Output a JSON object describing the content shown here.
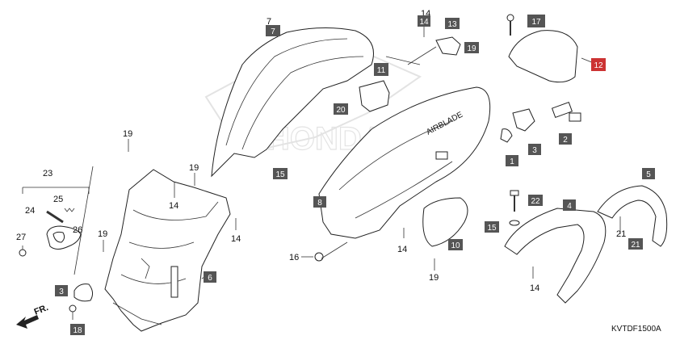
{
  "diagram": {
    "code": "KVTDF1500A",
    "direction": "FR.",
    "brand_watermark": "HONDA",
    "model_lettering": "AIRBLADE",
    "colors": {
      "box_fill": "#555555",
      "box_red": "#cc3333"
    }
  },
  "labels": {
    "l1": "1",
    "l2": "2",
    "l3": "3",
    "l3b": "3",
    "l4": "4",
    "l5": "5",
    "l6": "6",
    "l7": "7",
    "l8": "8",
    "l10": "10",
    "l11": "11",
    "l12": "12",
    "l13": "13",
    "l14a": "14",
    "l14b": "14",
    "l14c": "14",
    "l14d": "14",
    "l14e": "14",
    "l14f": "14",
    "l15": "15",
    "l15b": "15",
    "l16": "16",
    "l17": "17",
    "l18": "18",
    "l19a": "19",
    "l19b": "19",
    "l19c": "19",
    "l19d": "19",
    "l19e": "19",
    "l20": "20",
    "l21": "21",
    "l21b": "21",
    "l22": "22",
    "l23": "23",
    "l24": "24",
    "l25": "25",
    "l26": "26",
    "l27": "27"
  }
}
